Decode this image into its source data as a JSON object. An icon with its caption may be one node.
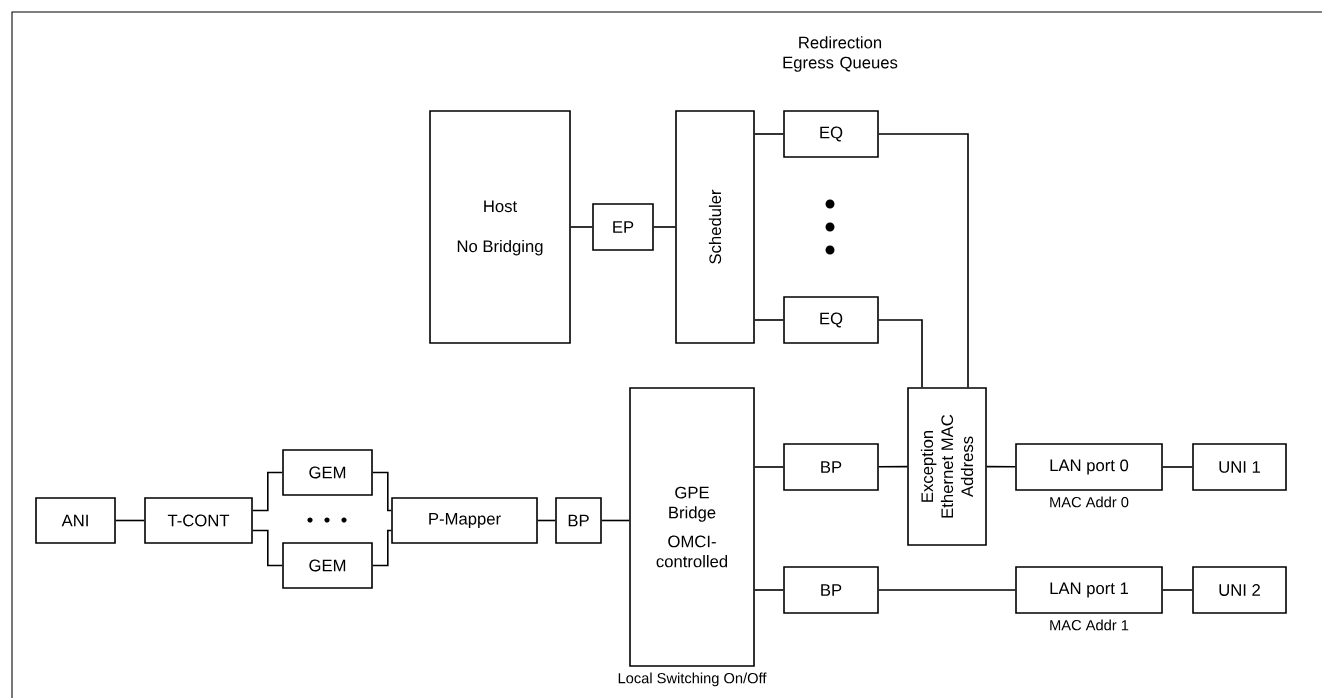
{
  "diagram": {
    "nodes": [
      {
        "text": [
          "Host",
          "No Bridging"
        ]
      },
      {
        "text": [
          "EP"
        ]
      },
      {
        "text": [
          "Scheduler"
        ]
      },
      {
        "text": [
          "EQ"
        ]
      },
      {
        "text": [
          "EQ"
        ]
      },
      {
        "text": [
          "GPE Bridge",
          "OMCI-controlled"
        ],
        "beside": [
          "Local Switching On/Off"
        ]
      },
      {
        "text": [
          "Exception Ethernet MAC Address"
        ]
      },
      {
        "text": [
          "BP"
        ]
      },
      {
        "text": [
          "BP"
        ]
      },
      {
        "text": [
          "LAN port 0"
        ],
        "beside": [
          "MAC Addr 0"
        ]
      },
      {
        "text": [
          "UNI 1"
        ]
      },
      {
        "text": [
          "LAN port 1"
        ],
        "beside": [
          "MAC Addr 1"
        ]
      },
      {
        "text": [
          "UNI 2"
        ]
      },
      {
        "text": [
          "ANI"
        ]
      },
      {
        "text": [
          "T-CONT"
        ]
      },
      {
        "text": [
          "GEM"
        ]
      },
      {
        "text": [
          "GEM"
        ]
      },
      {
        "text": [
          "P-Mapper"
        ]
      },
      {
        "text": [
          "BP"
        ]
      }
    ],
    "edges": [
      {
        "from": 0,
        "to": 1,
        "arrow": "none"
      },
      {
        "from": 1,
        "to": 2,
        "arrow": "none"
      },
      {
        "from": 2,
        "to": 3,
        "arrow": "none"
      },
      {
        "from": 2,
        "to": 4,
        "arrow": "none"
      },
      {
        "from": 3,
        "to": 6,
        "arrow": "none"
      },
      {
        "from": 4,
        "to": 6,
        "arrow": "none"
      },
      {
        "from": 5,
        "to": 7,
        "arrow": "none"
      },
      {
        "from": 5,
        "to": 8,
        "arrow": "none"
      },
      {
        "from": 7,
        "to": 6,
        "arrow": "none"
      },
      {
        "from": 6,
        "to": 9,
        "arrow": "none"
      },
      {
        "from": 9,
        "to": 10,
        "arrow": "none"
      },
      {
        "from": 8,
        "to": 11,
        "arrow": "none"
      },
      {
        "from": 11,
        "to": 12,
        "arrow": "none"
      },
      {
        "from": 13,
        "to": 14,
        "arrow": "none"
      },
      {
        "from": 14,
        "to": 15,
        "arrow": "none"
      },
      {
        "from": 14,
        "to": 16,
        "arrow": "none"
      },
      {
        "from": 15,
        "to": 17,
        "arrow": "none"
      },
      {
        "from": 16,
        "to": 17,
        "arrow": "none"
      },
      {
        "from": 17,
        "to": 18,
        "arrow": "none"
      },
      {
        "from": 18,
        "to": 5,
        "arrow": "none"
      }
    ],
    "labels": [
      "Redirection Egress Queues"
    ]
  }
}
